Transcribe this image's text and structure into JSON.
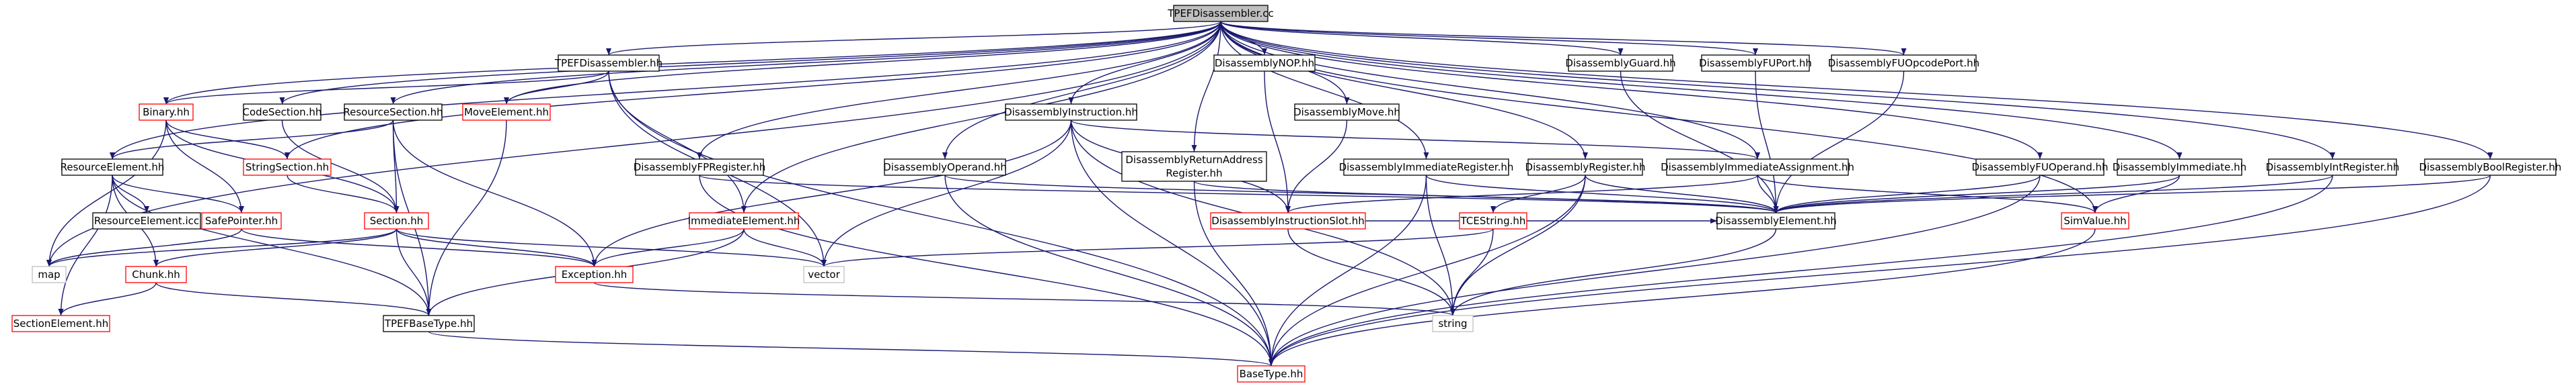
{
  "colors": {
    "edge": "#191970",
    "node_border_ok": "#000000",
    "node_border_missing": "#ff0000",
    "node_border_external": "#bfbfbf",
    "root_fill": "#bfbfbf",
    "node_fill": "#ffffff"
  },
  "nodes": [
    {
      "id": "root",
      "label": "TPEFDisassembler.cc",
      "style": "root"
    },
    {
      "id": "map",
      "label": "map",
      "style": "external"
    },
    {
      "id": "tpefdis_hh",
      "label": "TPEFDisassembler.hh",
      "style": "ok"
    },
    {
      "id": "binary",
      "label": "Binary.hh",
      "style": "missing"
    },
    {
      "id": "codesection",
      "label": "CodeSection.hh",
      "style": "ok"
    },
    {
      "id": "resourcesection",
      "label": "ResourceSection.hh",
      "style": "ok"
    },
    {
      "id": "moveelement",
      "label": "MoveElement.hh",
      "style": "missing"
    },
    {
      "id": "stringsection",
      "label": "StringSection.hh",
      "style": "missing"
    },
    {
      "id": "resourceelement",
      "label": "ResourceElement.hh",
      "style": "ok"
    },
    {
      "id": "resourceelement_icc",
      "label": "ResourceElement.icc",
      "style": "ok"
    },
    {
      "id": "safepointer",
      "label": "SafePointer.hh",
      "style": "missing"
    },
    {
      "id": "section",
      "label": "Section.hh",
      "style": "missing"
    },
    {
      "id": "chunk",
      "label": "Chunk.hh",
      "style": "missing"
    },
    {
      "id": "sectionelement",
      "label": "SectionElement.hh",
      "style": "missing"
    },
    {
      "id": "tpefbasetype",
      "label": "TPEFBaseType.hh",
      "style": "ok"
    },
    {
      "id": "exception",
      "label": "Exception.hh",
      "style": "missing"
    },
    {
      "id": "immediateelement",
      "label": "ImmediateElement.hh",
      "style": "missing"
    },
    {
      "id": "vector",
      "label": "vector",
      "style": "external"
    },
    {
      "id": "string",
      "label": "string",
      "style": "external"
    },
    {
      "id": "basetype",
      "label": "BaseType.hh",
      "style": "missing"
    },
    {
      "id": "dis_fpregister",
      "label": "DisassemblyFPRegister.hh",
      "style": "ok"
    },
    {
      "id": "dis_instruction",
      "label": "DisassemblyInstruction.hh",
      "style": "ok"
    },
    {
      "id": "dis_operand",
      "label": "DisassemblyOperand.hh",
      "style": "ok"
    },
    {
      "id": "dis_nop",
      "label": "DisassemblyNOP.hh",
      "style": "ok"
    },
    {
      "id": "dis_retaddr",
      "label": "DisassemblyReturnAddress",
      "label2": "Register.hh",
      "style": "ok"
    },
    {
      "id": "dis_move",
      "label": "DisassemblyMove.hh",
      "style": "ok"
    },
    {
      "id": "dis_instrslot",
      "label": "DisassemblyInstructionSlot.hh",
      "style": "missing"
    },
    {
      "id": "dis_immregister",
      "label": "DisassemblyImmediateRegister.hh",
      "style": "ok"
    },
    {
      "id": "dis_register",
      "label": "DisassemblyRegister.hh",
      "style": "ok"
    },
    {
      "id": "tcestring",
      "label": "TCEString.hh",
      "style": "missing"
    },
    {
      "id": "dis_immassign",
      "label": "DisassemblyImmediateAssignment.hh",
      "style": "ok"
    },
    {
      "id": "dis_guard",
      "label": "DisassemblyGuard.hh",
      "style": "ok"
    },
    {
      "id": "dis_fuport",
      "label": "DisassemblyFUPort.hh",
      "style": "ok"
    },
    {
      "id": "dis_fuopcodeport",
      "label": "DisassemblyFUOpcodePort.hh",
      "style": "ok"
    },
    {
      "id": "dis_element",
      "label": "DisassemblyElement.hh",
      "style": "ok"
    },
    {
      "id": "dis_fuoperand",
      "label": "DisassemblyFUOperand.hh",
      "style": "ok"
    },
    {
      "id": "dis_immediate",
      "label": "DisassemblyImmediate.hh",
      "style": "ok"
    },
    {
      "id": "simvalue",
      "label": "SimValue.hh",
      "style": "missing"
    },
    {
      "id": "dis_intregister",
      "label": "DisassemblyIntRegister.hh",
      "style": "ok"
    },
    {
      "id": "dis_boolregister",
      "label": "DisassemblyBoolRegister.hh",
      "style": "ok"
    }
  ]
}
